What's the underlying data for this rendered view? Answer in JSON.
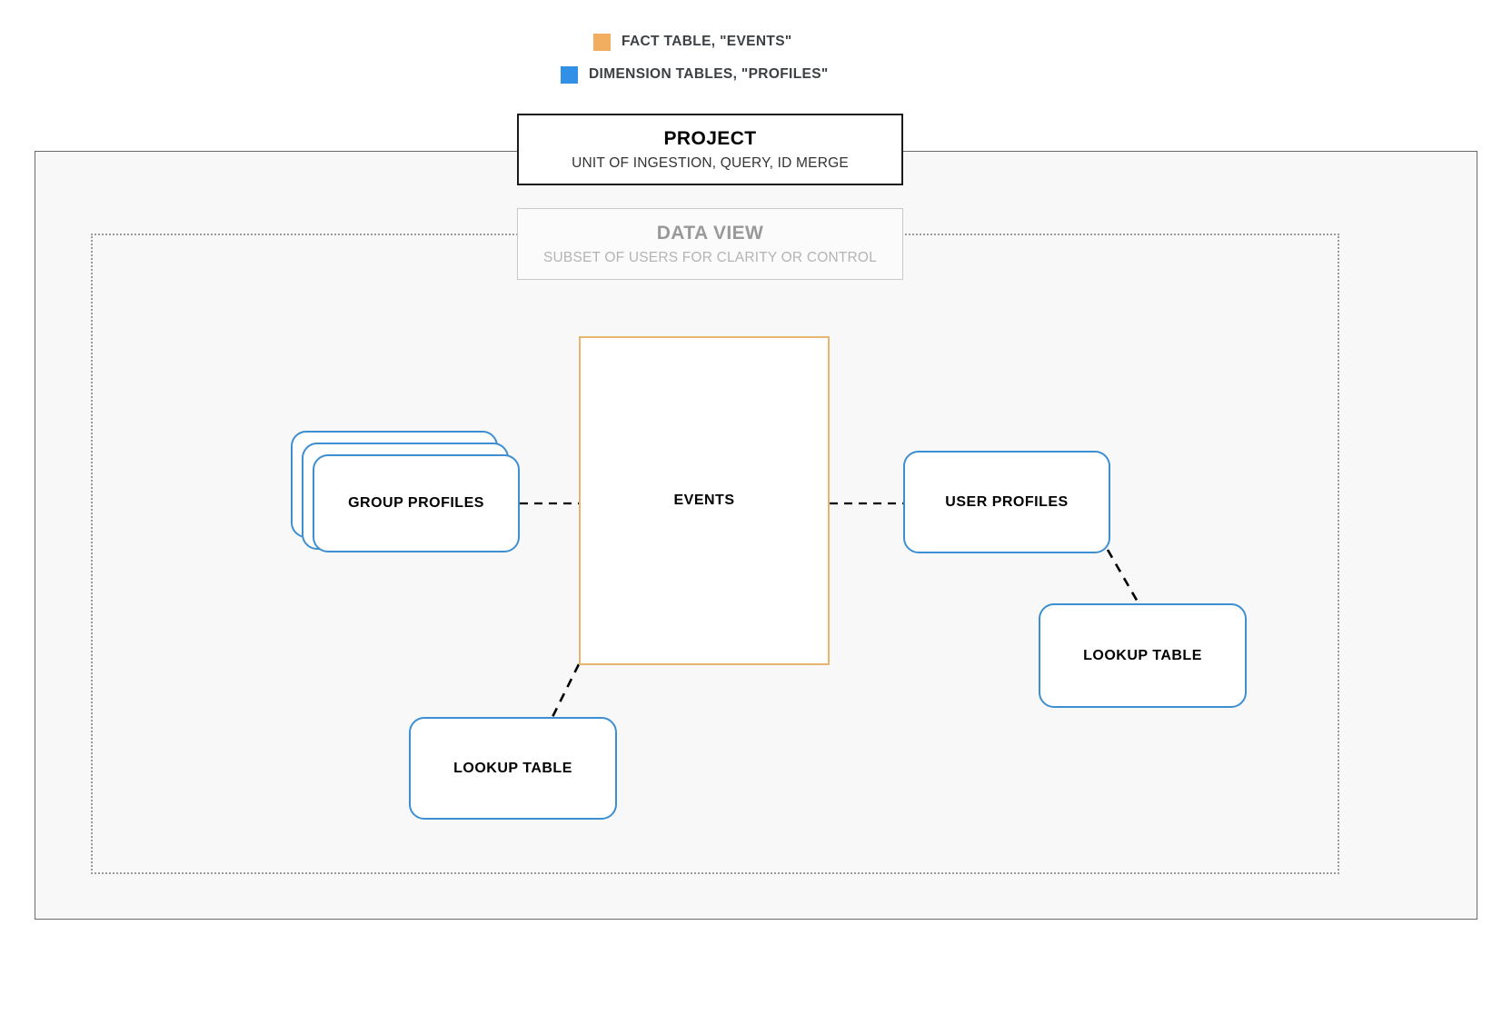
{
  "legend": {
    "items": [
      {
        "swatch_color": "#f2ae60",
        "label": "FACT TABLE, \"EVENTS\"",
        "icon": "square-swatch-icon"
      },
      {
        "swatch_color": "#3291e6",
        "label": "DIMENSION TABLES, \"PROFILES\"",
        "icon": "square-swatch-icon"
      }
    ]
  },
  "project": {
    "title": "PROJECT",
    "subtitle": "UNIT OF INGESTION, QUERY, ID MERGE",
    "border_color": "#1a1a1a"
  },
  "data_view": {
    "title": "DATA VIEW",
    "subtitle": "SUBSET OF USERS FOR CLARITY OR CONTROL",
    "border_color": "#c9c9c9",
    "text_color": "#999999"
  },
  "nodes": {
    "events": {
      "label": "EVENTS",
      "type": "fact-table",
      "border_color": "#e8b46e"
    },
    "group_profiles": {
      "label": "GROUP PROFILES",
      "type": "dimension-table-stack",
      "border_color": "#3d8fd1",
      "stack_count": 3
    },
    "user_profiles": {
      "label": "USER PROFILES",
      "type": "dimension-table",
      "border_color": "#3d8fd1"
    },
    "lookup_left": {
      "label": "LOOKUP TABLE",
      "type": "lookup-table",
      "border_color": "#3d8fd1"
    },
    "lookup_right": {
      "label": "LOOKUP TABLE",
      "type": "lookup-table",
      "border_color": "#3d8fd1"
    }
  },
  "connectors": [
    {
      "name": "group-profiles-to-events",
      "style": "dashed",
      "color": "#000000"
    },
    {
      "name": "events-to-user-profiles",
      "style": "dashed",
      "color": "#000000"
    },
    {
      "name": "events-to-lookup-left",
      "style": "dashed",
      "color": "#000000"
    },
    {
      "name": "user-profiles-to-lookup-right",
      "style": "dashed",
      "color": "#000000"
    }
  ],
  "canvas": {
    "background": "#ffffff",
    "frame_background": "#f8f8f8"
  }
}
